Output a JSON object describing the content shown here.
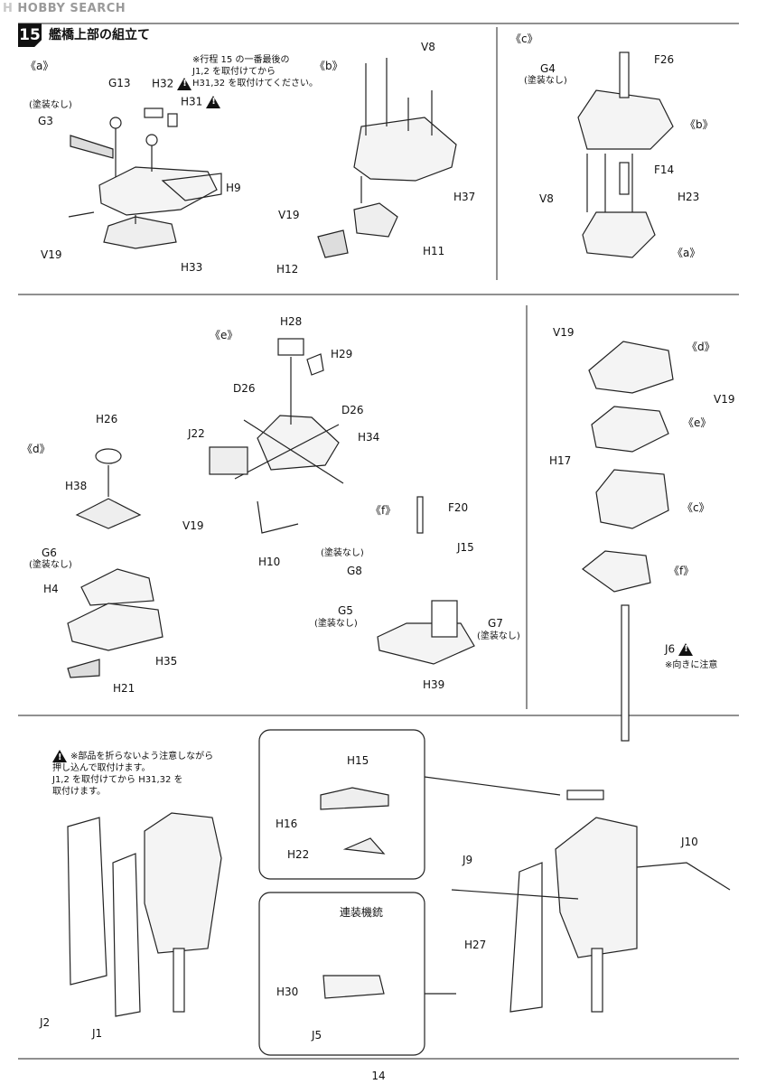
{
  "watermark": {
    "logo": "H",
    "text": "HOBBY SEARCH"
  },
  "step": {
    "number": "15",
    "title": "艦橋上部の組立て"
  },
  "sections": {
    "a": {
      "label": "《a》",
      "note": "※行程 15 の一番最後の\nJ1,2 を取付けてから\nH31,32 を取付けてください。",
      "parts": {
        "g13": "G13",
        "h32": "H32",
        "h31": "H31",
        "no_paint": "(塗装なし)",
        "g3": "G3",
        "h9": "H9",
        "v19": "V19",
        "h33": "H33"
      }
    },
    "b": {
      "label": "《b》",
      "parts": {
        "v8": "V8",
        "h37": "H37",
        "v19": "V19",
        "h11": "H11",
        "h12": "H12"
      }
    },
    "c": {
      "label": "《c》",
      "parts": {
        "g4": "G4",
        "no_paint": "(塗装なし)",
        "f26": "F26",
        "ref_b": "《b》",
        "f14": "F14",
        "v8": "V8",
        "h23": "H23",
        "ref_a": "《a》"
      }
    },
    "d": {
      "label": "《d》",
      "parts": {
        "h26": "H26",
        "h38": "H38",
        "g6": "G6",
        "no_paint": "(塗装なし)",
        "h4": "H4",
        "h35": "H35",
        "h21": "H21"
      }
    },
    "e": {
      "label": "《e》",
      "parts": {
        "h28": "H28",
        "h29": "H29",
        "d26a": "D26",
        "d26b": "D26",
        "j22": "J22",
        "h34": "H34",
        "v19": "V19",
        "h10": "H10"
      }
    },
    "f": {
      "label": "《f》",
      "parts": {
        "f20": "F20",
        "no_paint1": "(塗装なし)",
        "j15": "J15",
        "g8": "G8",
        "g5": "G5",
        "no_paint2": "(塗装なし)",
        "g7": "G7",
        "no_paint3": "(塗装なし)",
        "h39": "H39"
      }
    },
    "stack": {
      "parts": {
        "v19a": "V19",
        "ref_d": "《d》",
        "v19b": "V19",
        "ref_e": "《e》",
        "h17": "H17",
        "ref_c": "《c》",
        "ref_f": "《f》",
        "j6": "J6",
        "j6_note": "※向きに注意"
      }
    },
    "final": {
      "note": "※部品を折らないよう注意しながら\n押し込んで取付けます。\nJ1,2 を取付けてから H31,32 を\n取付けます。",
      "parts": {
        "j2": "J2",
        "j1": "J1",
        "h15": "H15",
        "h16": "H16",
        "h22": "H22",
        "mg_title": "連装機銃",
        "h30": "H30",
        "j5": "J5",
        "j9": "J9",
        "j10": "J10",
        "h27": "H27"
      }
    }
  },
  "page_number": "14"
}
